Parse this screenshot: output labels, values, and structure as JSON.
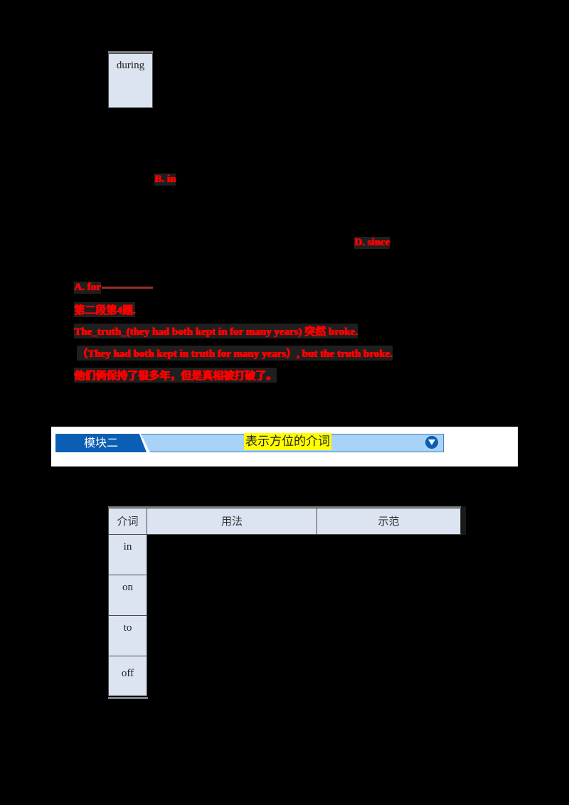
{
  "top_cell": {
    "word": "during"
  },
  "answers": {
    "option_b": "B. in",
    "option_d": "D. since",
    "option_a": "A. for",
    "note_label": "第二段第4题.",
    "example_en_1": "The_truth_(they had both kept in for many years) 突然 broke.",
    "example_en_2": "（They had both kept in truth for many years）, but the truth broke.",
    "example_zh": "他们俩保持了很多年，但是真相被打破了。"
  },
  "module_banner": {
    "tab_label": "模块二",
    "title": "表示方位的介词",
    "dropdown_icon": "chevron-down-circle-icon",
    "colors": {
      "tab": "#0a5fb4",
      "bar": "#a8d3f7",
      "highlight": "#ffff00"
    }
  },
  "table": {
    "headers": [
      "介词",
      "用法",
      "示范"
    ],
    "rows": [
      {
        "preposition": "in",
        "usage": "",
        "example": ""
      },
      {
        "preposition": "on",
        "usage": "",
        "example": ""
      },
      {
        "preposition": "to",
        "usage": "",
        "example": ""
      },
      {
        "preposition": "off",
        "usage": "",
        "example": ""
      }
    ]
  }
}
